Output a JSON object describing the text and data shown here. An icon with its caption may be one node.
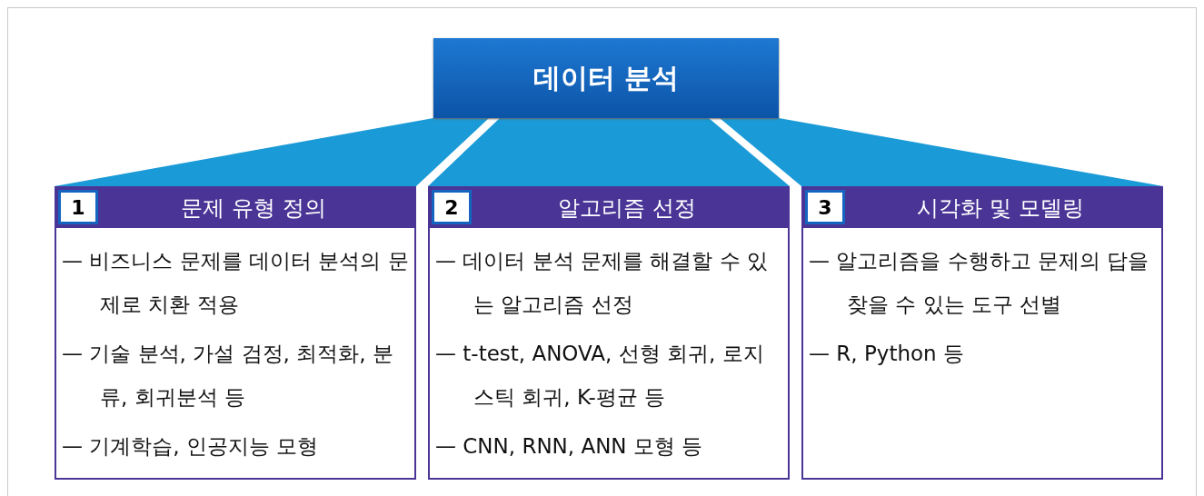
{
  "diagram": {
    "nodes": [
      {
        "text": [
          "데이터 분석"
        ]
      },
      {
        "text": [
          "문제 유형 정의",
          "— 비즈니스 문제를 데이터 분석의 문제로 치환 적용",
          "— 기술 분석, 가설 검정, 최적화, 분류, 회귀분석 등",
          "— 기계학습, 인공지능 모형"
        ]
      },
      {
        "text": [
          "1"
        ],
        "in": 1
      },
      {
        "text": [
          "알고리즘 선정",
          "— 데이터 분석 문제를 해결할 수 있는 알고리즘 선정",
          "— t-test, ANOVA, 선형 회귀, 로지스틱 회귀, K-평균 등",
          "— CNN, RNN, ANN 모형 등"
        ]
      },
      {
        "text": [
          "2"
        ],
        "in": 3
      },
      {
        "text": [
          "시각화 및 모델링",
          "— 알고리즘을 수행하고 문제의 답을 찾을 수 있는 도구 선별",
          "— R, Python 등"
        ]
      },
      {
        "text": [
          "3"
        ],
        "in": 5
      }
    ],
    "edges": [
      {
        "from": 0,
        "to": 1,
        "arrow": "none"
      },
      {
        "from": 0,
        "to": 3,
        "arrow": "none"
      },
      {
        "from": 0,
        "to": 5,
        "arrow": "none"
      }
    ]
  }
}
